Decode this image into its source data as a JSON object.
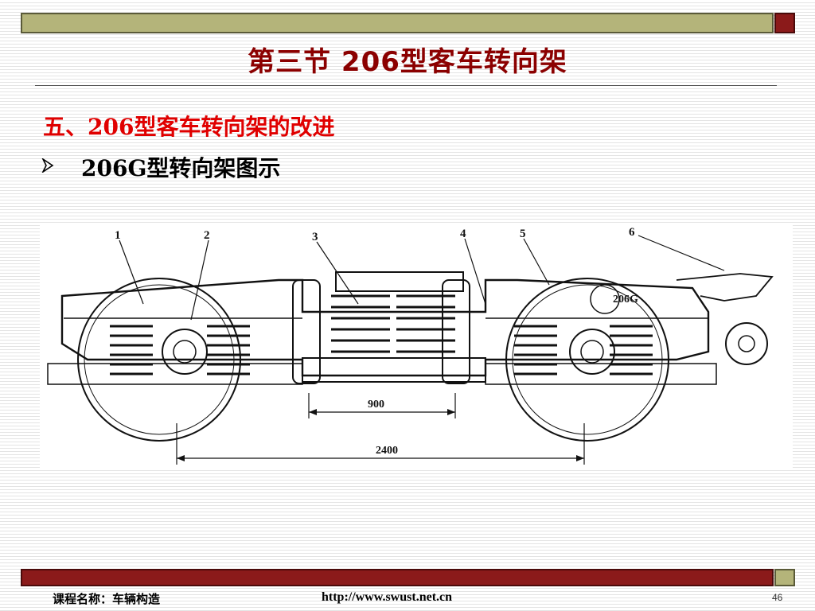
{
  "header": {
    "title": "第三节   206型客车转向架"
  },
  "content": {
    "section_heading": "五、206型客车转向架的改进",
    "bullet_icon": "arrowhead-bullet",
    "bullet_text": "206G型转向架图示"
  },
  "figure": {
    "callouts": [
      "1",
      "2",
      "3",
      "4",
      "5",
      "6"
    ],
    "plate_label": "206G",
    "dimensions": [
      "900",
      "2400"
    ]
  },
  "footer": {
    "course": "课程名称：车辆构造",
    "url": "http://www.swust.net.cn",
    "page_number": "46"
  },
  "colors": {
    "title": "#8b0000",
    "heading": "#e00000",
    "bar_olive": "#b4b47a",
    "bar_red": "#8b1a1a"
  }
}
